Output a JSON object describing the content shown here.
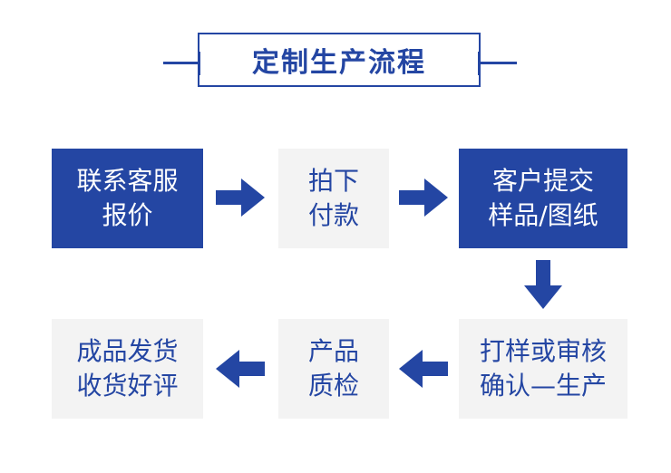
{
  "title": "定制生产流程",
  "steps": [
    {
      "lines": [
        "联系客服",
        "报价"
      ]
    },
    {
      "lines": [
        "拍下",
        "付款"
      ]
    },
    {
      "lines": [
        "客户提交",
        "样品/图纸"
      ]
    },
    {
      "lines": [
        "打样或审核",
        "确认—生产"
      ]
    },
    {
      "lines": [
        "产品",
        "质检"
      ]
    },
    {
      "lines": [
        "成品发货",
        "收货好评"
      ]
    }
  ],
  "colors": {
    "accent": "#2446a3",
    "light_box": "#f3f3f3"
  },
  "icons": [
    "arrow-right-icon",
    "arrow-down-icon",
    "arrow-left-icon"
  ]
}
